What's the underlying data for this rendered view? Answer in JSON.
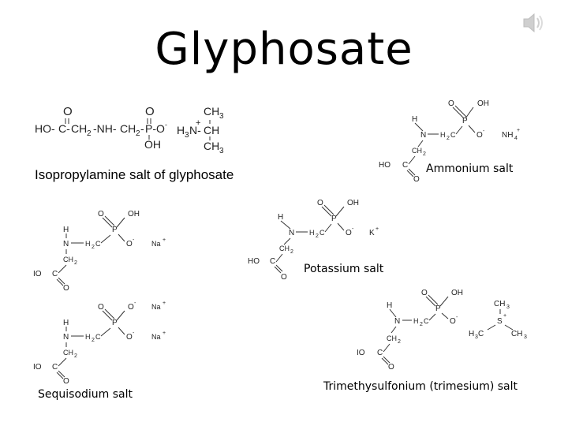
{
  "slide": {
    "title": "Glyphosate"
  },
  "captions": {
    "isopropylamine": "Isopropylamine salt of glyphosate",
    "ammonium": "Ammonium salt",
    "potassium": "Potassium salt",
    "sequisodium": "Sequisodium salt",
    "trimesium": "Trimethysulfonium (trimesium) salt"
  },
  "icons": {
    "speaker": "speaker-icon"
  }
}
